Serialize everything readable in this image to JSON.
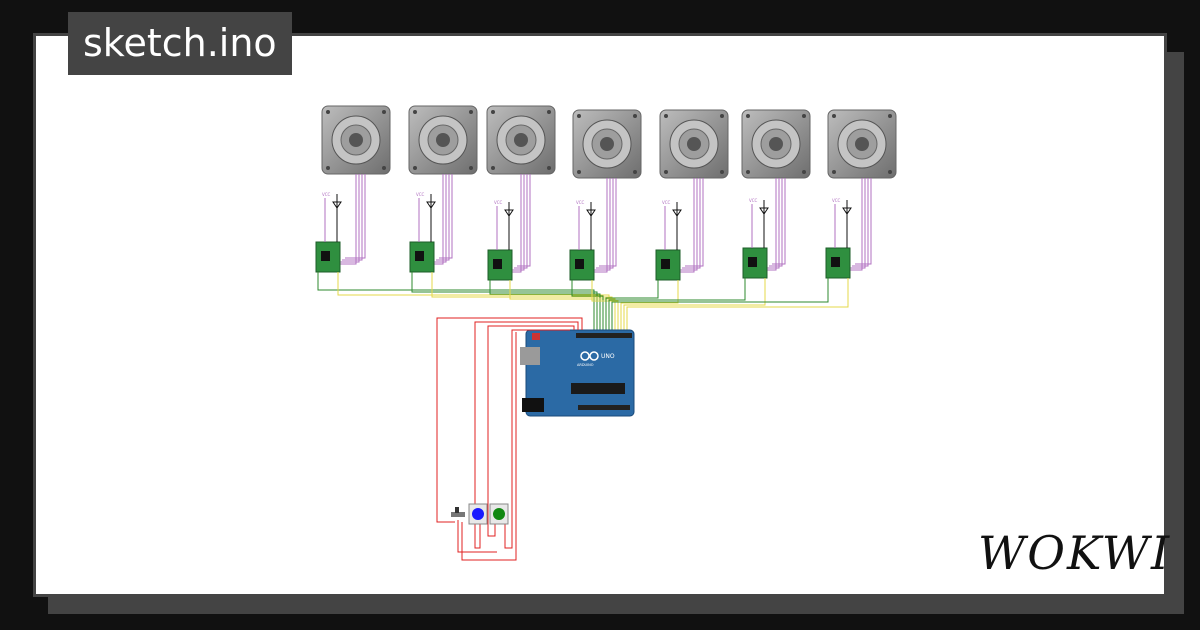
{
  "project": {
    "file_name": "sketch.ino"
  },
  "brand": {
    "name": "WOKWI"
  },
  "board": {
    "model_label": "UNO",
    "vendor_label": "ARDUINO"
  },
  "drivers": {
    "pin_label": "VCC",
    "count": 7
  },
  "buttons": [
    {
      "name": "blue-push-button",
      "color": "#1a1aff"
    },
    {
      "name": "green-push-button",
      "color": "#118811"
    }
  ],
  "colors": {
    "background": "#111111",
    "frame": "#444444",
    "wire_power": "#e02020",
    "wire_signal": "#e6d84a",
    "wire_ground": "#2d8a2d",
    "wire_motor": "#b070c0",
    "driver_board": "#2f8f3f",
    "arduino_board": "#2b6aa5",
    "motor_body": "#8a8a8a"
  }
}
